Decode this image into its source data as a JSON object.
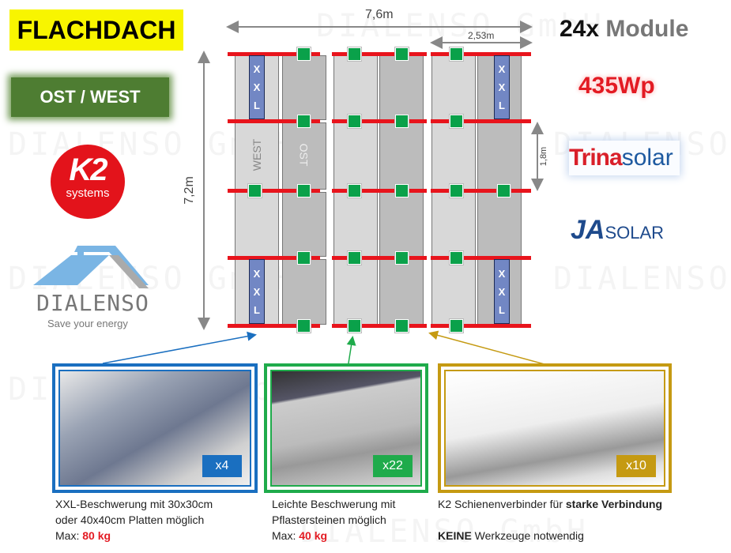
{
  "title": "FLACHDACH",
  "orientation": "OST / WEST",
  "brands": {
    "k2": "K2",
    "k2_sub": "systems",
    "dialenso": "DIALENSO",
    "dialenso_tag": "Save your energy",
    "trina_a": "Trina",
    "trina_b": "solar",
    "ja_a": "JA",
    "ja_b": "SOLAR"
  },
  "watermark": "DIALENSO GmbH",
  "module_count": "24x",
  "module_word": "Module",
  "power": "435Wp",
  "dimensions": {
    "width": "7,6m",
    "height": "7,2m",
    "group_width": "2,53m",
    "row_height": "1,8m"
  },
  "grid_labels": {
    "west": "WEST",
    "ost": "OST",
    "xxl": [
      "X",
      "X",
      "L"
    ]
  },
  "colors": {
    "rail": "#e8141c",
    "block": "#0aa14a",
    "xxl": "#7287c4",
    "blue": "#1a6fc0",
    "green": "#1fab4b",
    "gold": "#c59a12"
  },
  "items": [
    {
      "badge": "x4",
      "lines": [
        "XXL-Beschwerung mit 30x30cm",
        "oder 40x40cm Platten möglich"
      ],
      "max_label": "Max:",
      "max_value": "80 kg"
    },
    {
      "badge": "x22",
      "lines": [
        "Leichte Beschwerung mit",
        "Pflastersteinen möglich"
      ],
      "max_label": "Max:",
      "max_value": "40 kg"
    },
    {
      "badge": "x10",
      "line_a": "K2 Schienenverbinder für ",
      "line_a_bold": "starke Verbindung",
      "line_b_bold": "KEINE",
      "line_b": " Werkzeuge notwendig"
    }
  ]
}
